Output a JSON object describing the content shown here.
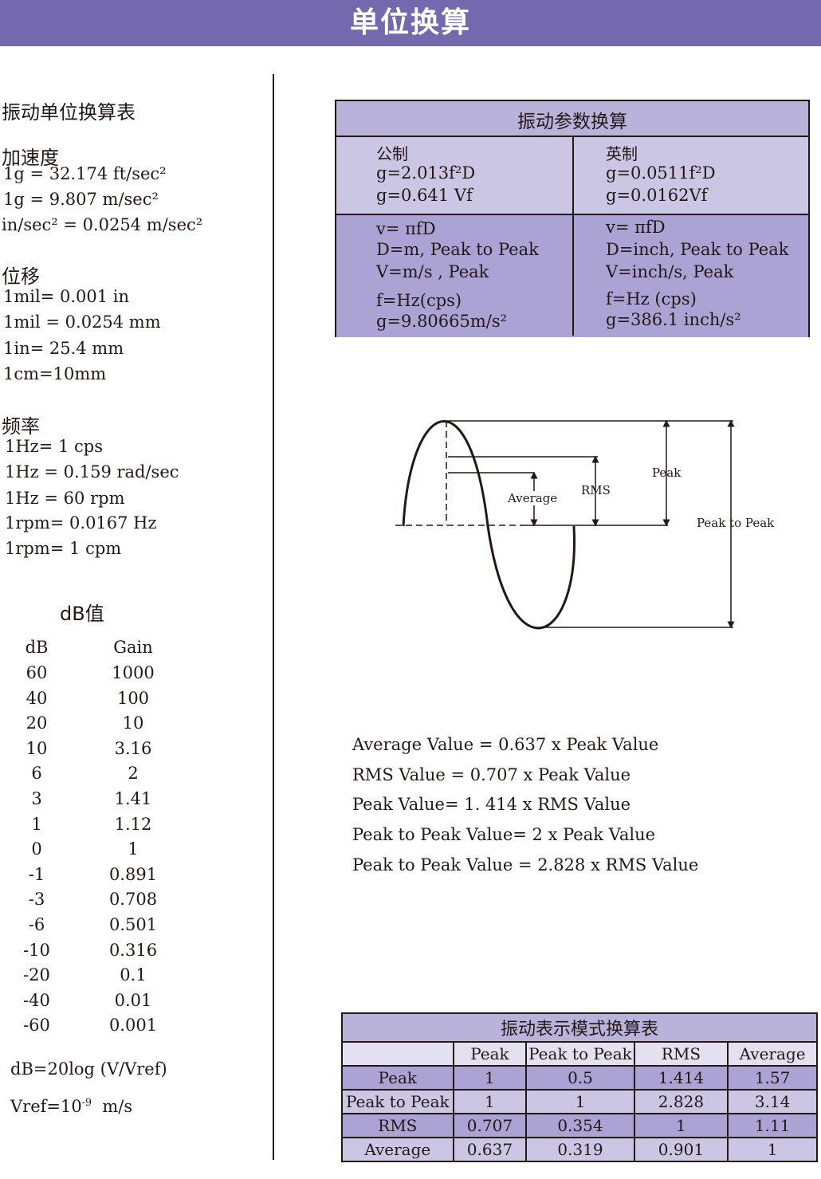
{
  "title": "单位换算",
  "left": {
    "heading": "振动单位换算表",
    "accel": {
      "title": "加速度",
      "lines": [
        "1g = 32.174 ft/sec²",
        "1g = 9.807 m/sec²",
        "in/sec² = 0.0254 m/sec²"
      ]
    },
    "disp": {
      "title": "位移",
      "lines": [
        "1mil= 0.001 in",
        "1mil = 0.0254 mm",
        "1in= 25.4 mm",
        "1cm=10mm"
      ]
    },
    "freq": {
      "title": "频率",
      "lines": [
        "1Hz= 1 cps",
        "1Hz = 0.159 rad/sec",
        "1Hz = 60 rpm",
        "1rpm= 0.0167 Hz",
        "1rpm= 1 cpm"
      ]
    },
    "db": {
      "title": "dB值",
      "col_db": "dB",
      "col_gain": "Gain",
      "rows": [
        [
          "60",
          "1000"
        ],
        [
          "40",
          "100"
        ],
        [
          "20",
          "10"
        ],
        [
          "10",
          "3.16"
        ],
        [
          "6",
          "2"
        ],
        [
          "3",
          "1.41"
        ],
        [
          "1",
          "1.12"
        ],
        [
          "0",
          "1"
        ],
        [
          "-1",
          "0.891"
        ],
        [
          "-3",
          "0.708"
        ],
        [
          "-6",
          "0.501"
        ],
        [
          "-10",
          "0.316"
        ],
        [
          "-20",
          "0.1"
        ],
        [
          "-40",
          "0.01"
        ],
        [
          "-60",
          "0.001"
        ]
      ],
      "formula": "dB=20log (V/Vref)",
      "vref_base": "Vref=10",
      "vref_exp": "-9",
      "vref_unit": "m/s"
    }
  },
  "vib_table": {
    "title": "振动参数换算",
    "metric": {
      "label": "公制",
      "l1": "g=2.013f²D",
      "l2": "g=0.641 Vf",
      "r1": "v= πfD",
      "r2": "D=m, Peak to Peak",
      "r3": "V=m/s , Peak",
      "r4": "f=Hz(cps)",
      "r5": "g=9.80665m/s²"
    },
    "imperial": {
      "label": "英制",
      "l1": "g=0.0511f²D",
      "l2": "g=0.0162Vf",
      "r1": "v= πfD",
      "r2": "D=inch, Peak to Peak",
      "r3": "V=inch/s, Peak",
      "r4": "f=Hz (cps)",
      "r5": "g=386.1 inch/s²"
    }
  },
  "diagram": {
    "peak": "Peak",
    "rms": "RMS",
    "average": "Average",
    "p2p": "Peak to Peak"
  },
  "formulas": [
    "Average Value = 0.637 x Peak Value",
    "RMS Value = 0.707 x Peak Value",
    "Peak Value= 1. 414 x RMS Value",
    "Peak to Peak Value= 2 x Peak Value",
    "Peak to Peak Value = 2.828 x RMS Value"
  ],
  "mode_table": {
    "title": "振动表示模式换算表",
    "headers": [
      "",
      "Peak",
      "Peak to Peak",
      "RMS",
      "Average"
    ],
    "rows": [
      [
        "Peak",
        "1",
        "0.5",
        "1.414",
        "1.57"
      ],
      [
        "Peak to Peak",
        "1",
        "1",
        "2.828",
        "3.14"
      ],
      [
        "RMS",
        "0.707",
        "0.354",
        "1",
        "1.11"
      ],
      [
        "Average",
        "0.637",
        "0.319",
        "0.901",
        "1"
      ]
    ]
  }
}
